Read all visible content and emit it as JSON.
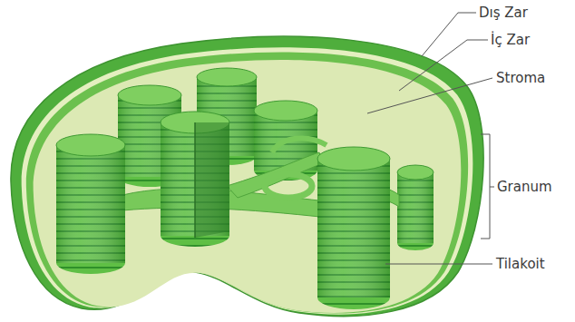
{
  "diagram": {
    "labels": [
      "Dış Zar",
      "İç Zar",
      "Stroma",
      "Granum",
      "Tilakoit"
    ]
  }
}
